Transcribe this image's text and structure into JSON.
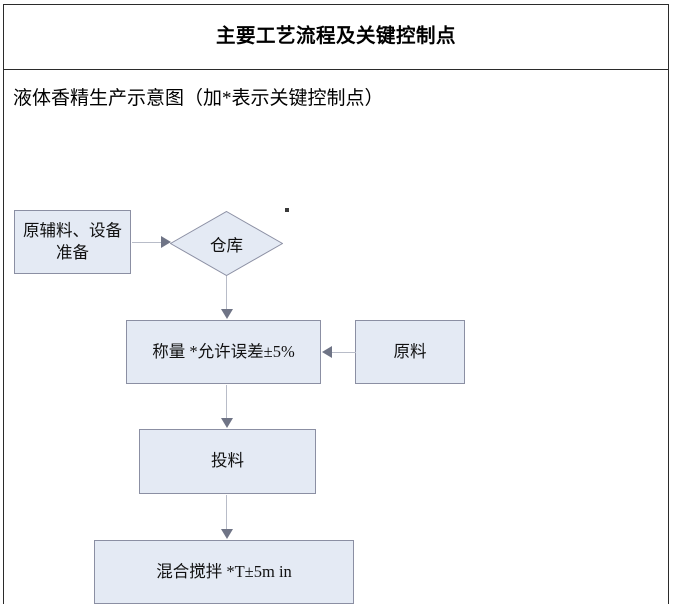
{
  "document": {
    "title": "主要工艺流程及关键控制点",
    "subtitle": "液体香精生产示意图（加*表示关键控制点）"
  },
  "theme": {
    "node_fill": "#e4eaf4",
    "node_border": "#8b8fa3",
    "connector": "#b8bcc8",
    "arrow_head": "#6f7486",
    "table_border": "#2b2b2b",
    "text": "#111111"
  },
  "flowchart": {
    "nodes": [
      {
        "id": "prep",
        "shape": "rect",
        "label": "原辅料、设备准备"
      },
      {
        "id": "warehouse",
        "shape": "diamond",
        "label": "仓库"
      },
      {
        "id": "weigh",
        "shape": "rect",
        "label": "称量 *允许误差±5%"
      },
      {
        "id": "material",
        "shape": "rect",
        "label": "原料"
      },
      {
        "id": "charge",
        "shape": "rect",
        "label": "投料"
      },
      {
        "id": "mix",
        "shape": "rect",
        "label": "混合搅拌 *T±5m in"
      }
    ],
    "edges": [
      {
        "from": "prep",
        "to": "warehouse",
        "direction": "right"
      },
      {
        "from": "warehouse",
        "to": "weigh",
        "direction": "down"
      },
      {
        "from": "material",
        "to": "weigh",
        "direction": "left"
      },
      {
        "from": "weigh",
        "to": "charge",
        "direction": "down"
      },
      {
        "from": "charge",
        "to": "mix",
        "direction": "down"
      }
    ]
  }
}
